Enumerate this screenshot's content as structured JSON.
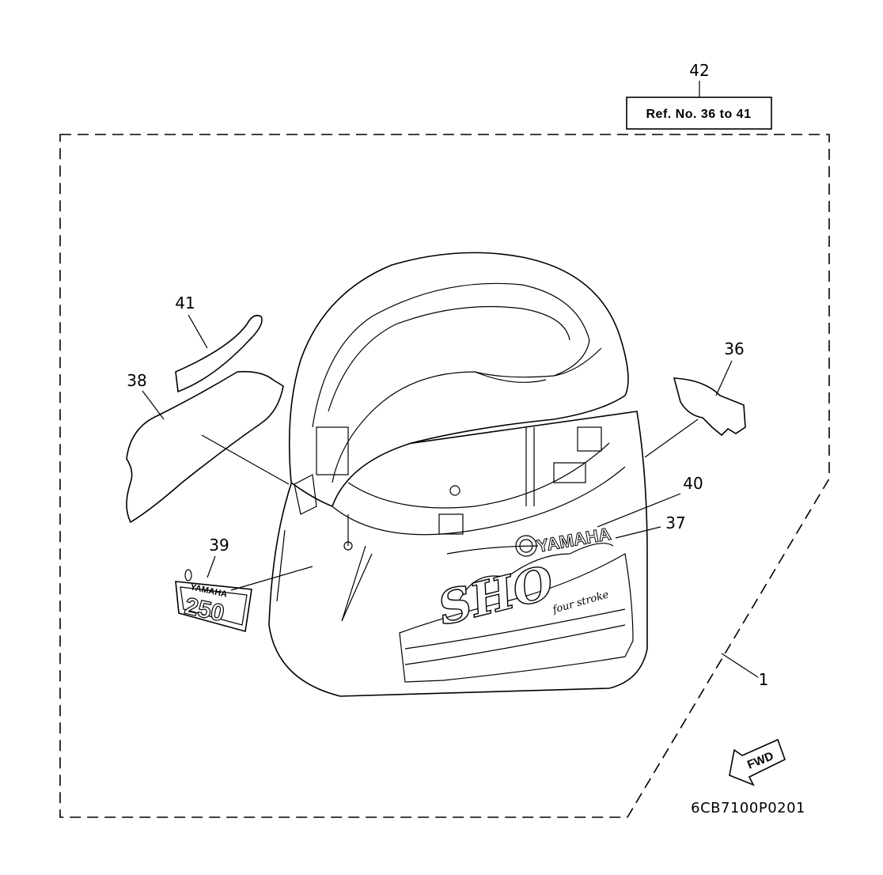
{
  "diagram": {
    "callouts": {
      "c42": "42",
      "c41": "41",
      "c38": "38",
      "c36": "36",
      "c40": "40",
      "c37": "37",
      "c39": "39",
      "c1": "1"
    },
    "ref_box_label": "Ref. No. 36 to 41",
    "part_number": "6CB7100P0201",
    "fwd_label": "FWD",
    "brand_text": "YAMAHA",
    "decal_39_text": "YAMAHA",
    "decal_39_number": "250",
    "model_text": "SHO",
    "model_subtext": "four stroke"
  }
}
